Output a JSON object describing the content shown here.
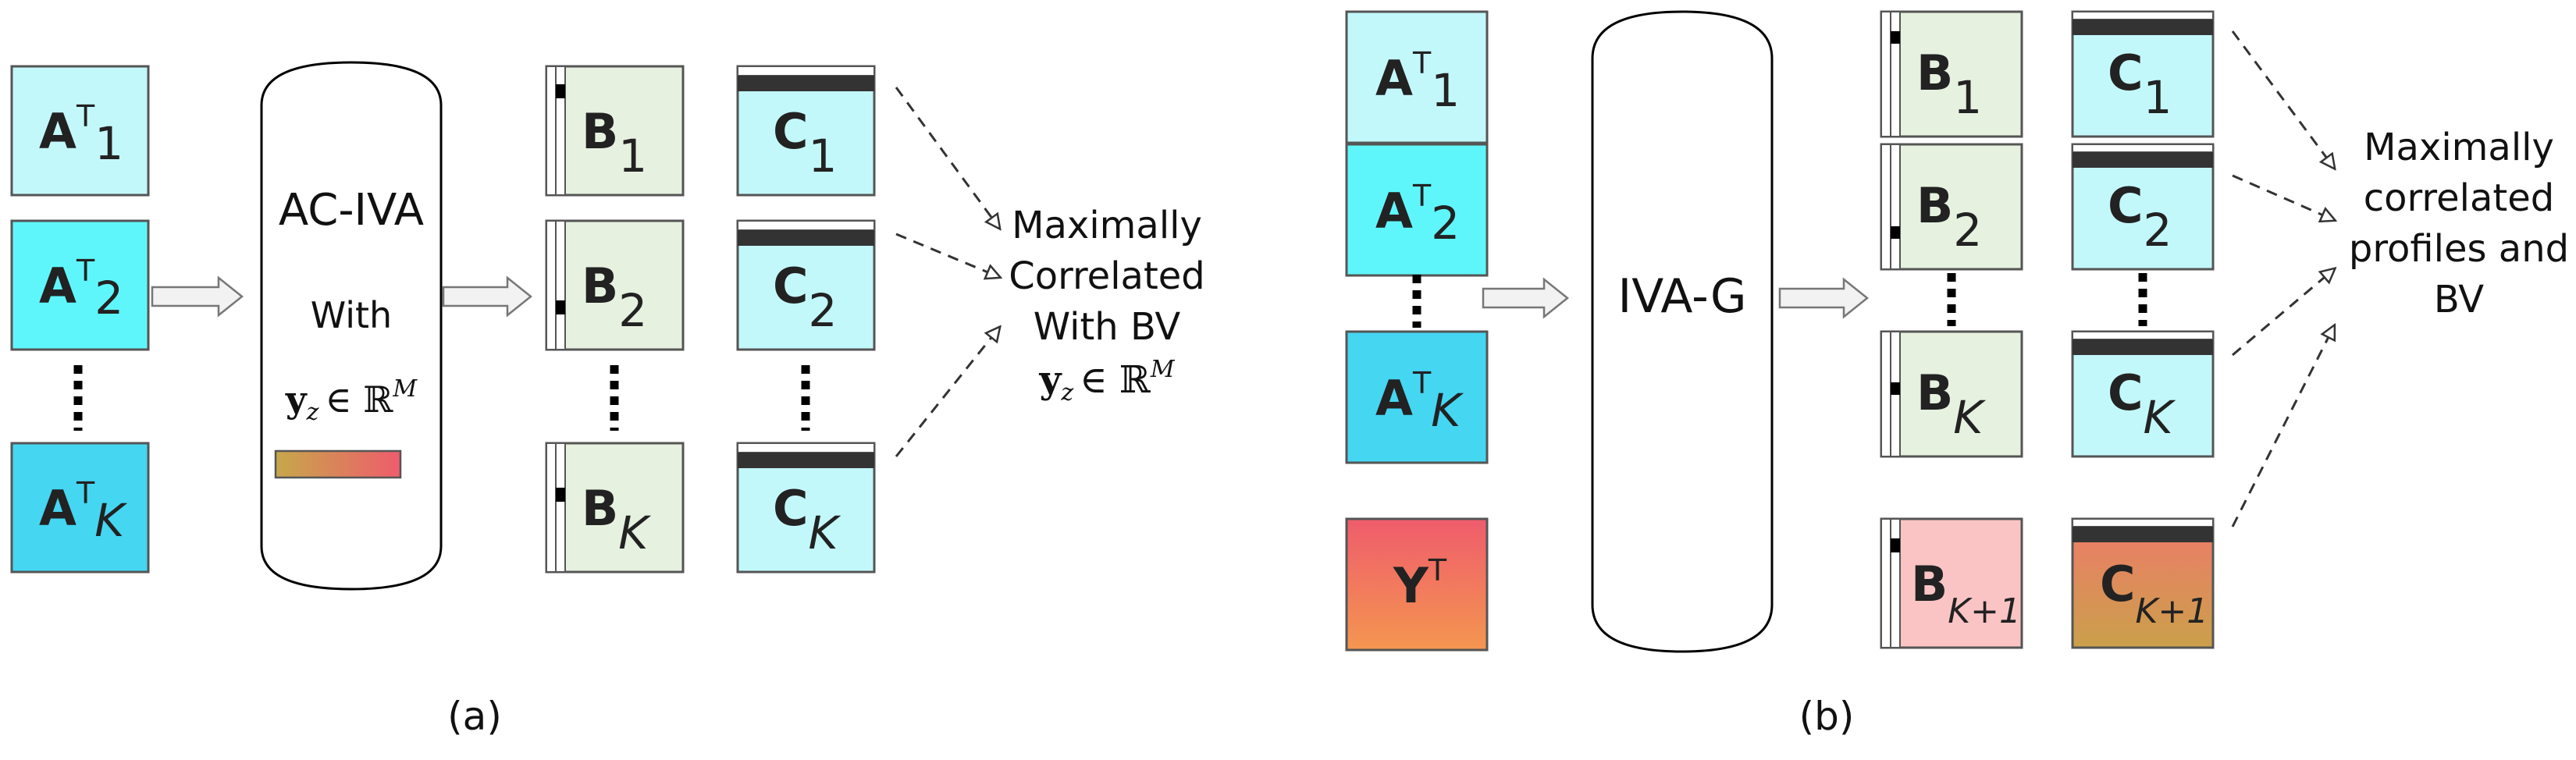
{
  "panel_a": {
    "caption": "(a)",
    "inputs": {
      "a1": "A",
      "a2": "A",
      "ak": "A",
      "sup": "T",
      "sub1": "1",
      "sub2": "2",
      "subk": "K"
    },
    "method": {
      "line1": "AC-IVA",
      "line2": "With",
      "cond_var": "y",
      "cond_sub": "z",
      "cond_in": "∈ ℝ",
      "cond_sup": "M"
    },
    "b_blocks": {
      "letter": "B",
      "sub1": "1",
      "sub2": "2",
      "subk": "K"
    },
    "c_blocks": {
      "letter": "C",
      "sub1": "1",
      "sub2": "2",
      "subk": "K"
    },
    "result": {
      "line1": "Maximally",
      "line2": "Correlated",
      "line3": "With BV",
      "var": "y",
      "var_sub": "z",
      "var_in": "∈ ℝ",
      "var_sup": "M"
    }
  },
  "panel_b": {
    "caption": "(b)",
    "inputs": {
      "a1": "A",
      "a2": "A",
      "ak": "A",
      "sup": "T",
      "sub1": "1",
      "sub2": "2",
      "subk": "K",
      "y": "Y",
      "ysup": "T"
    },
    "method": {
      "line1": "IVA-G"
    },
    "b_blocks": {
      "letter": "B",
      "sub1": "1",
      "sub2": "2",
      "subk": "K",
      "subk1": "K+1"
    },
    "c_blocks": {
      "letter": "C",
      "sub1": "1",
      "sub2": "2",
      "subk": "K",
      "subk1": "K+1"
    },
    "result": {
      "line1": "Maximally",
      "line2": "correlated",
      "line3": "profiles and",
      "line4": "BV"
    }
  },
  "colors": {
    "light_cyan": "#c3f8fb",
    "mid_cyan": "#5ff6fb",
    "dark_cyan": "#45d6f2",
    "light_green": "#e6f1e0",
    "pink": "#fbc4c4",
    "gradient_red": "#ef5c6c",
    "gradient_orange": "#f08f4a",
    "gradient_olive": "#caa04a"
  }
}
